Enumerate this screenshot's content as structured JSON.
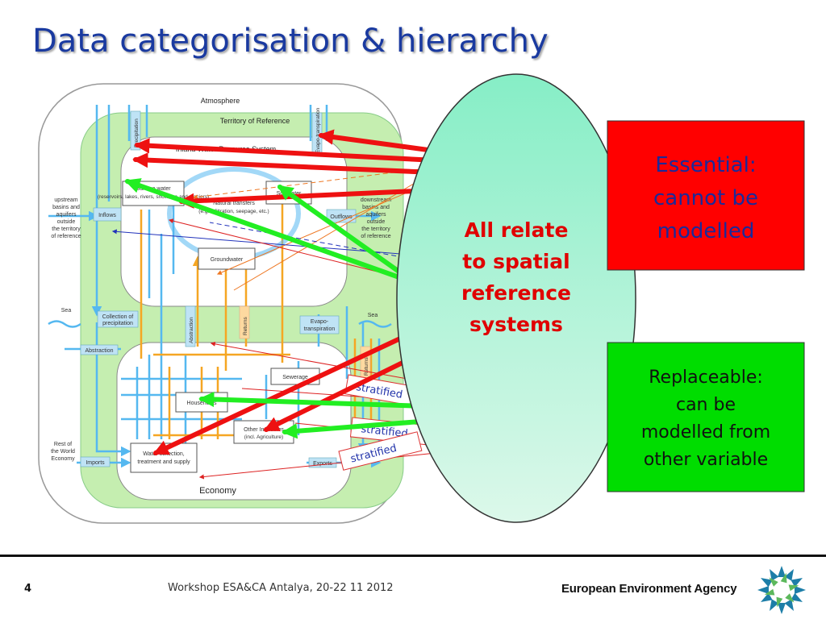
{
  "slide": {
    "title": "Data categorisation & hierarchy",
    "page_number": "4",
    "footer_text": "Workshop ESA&CA Antalya, 20-22 11 2012",
    "agency_name": "European Environment Agency",
    "logo_icon": "eea-logo-icon"
  },
  "diagram": {
    "labels": {
      "atmosphere": "Atmosphere",
      "territory": "Territory of Reference",
      "inland": "Inland Water Resource System",
      "surface_water": "Surface water",
      "surface_water_detail": "(reservoirs, lakes, rivers, snow, ice and glaciers)",
      "soil_water": "Soil water",
      "natural_transfers": "Natural transfers",
      "natural_transfers_detail": "(e.g. infiltration, seepage, etc.)",
      "groundwater": "Groundwater",
      "precipitation": "Precipitation",
      "evapotranspiration_top": "Evapo-transpiration",
      "upstream_1": "upstream",
      "upstream_2": "basins and",
      "upstream_3": "aquifers",
      "upstream_4": "outside",
      "upstream_5": "the territory",
      "upstream_6": "of reference",
      "downstream_1": "downstream",
      "downstream_2": "basins and",
      "downstream_3": "aquifers",
      "downstream_4": "outside",
      "downstream_5": "the territory",
      "downstream_6": "of reference",
      "inflows": "Inflows",
      "outflows": "Outflows",
      "sea_left": "Sea",
      "sea_right": "Sea",
      "collection_1": "Collection of",
      "collection_2": "precipitation",
      "abstraction_v": "Abstraction",
      "returns_v": "Returns",
      "evapo_bottom_1": "Evapo-",
      "evapo_bottom_2": "transpiration",
      "abstraction_h": "Abstraction",
      "sewerage": "Sewerage",
      "households": "Households",
      "other_industries": "Other Industries",
      "other_industries_detail": "(incl. Agriculture)",
      "water_collection_1": "Water collection,",
      "water_collection_2": "treatment and supply",
      "economy": "Economy",
      "rest_1": "Rest of",
      "rest_2": "the World",
      "rest_3": "Economy",
      "imports": "Imports",
      "exports": "Exports",
      "returns_right_v": "Returns"
    },
    "stratified_labels": [
      "stratified",
      "stratified",
      "stratified"
    ],
    "oval_text": [
      "All relate",
      "to spatial",
      "reference",
      "systems"
    ],
    "essential_box": {
      "lines": [
        "Essential:",
        "cannot be",
        "modelled"
      ],
      "fill": "#ff0000",
      "text_color": "#1a2a9a"
    },
    "replaceable_box": {
      "lines": [
        "Replaceable:",
        "can be",
        "modelled from",
        "other variable"
      ],
      "fill": "#00dd00",
      "text_color": "#111111"
    },
    "colors": {
      "red_arrow": "#ee1111",
      "green_arrow": "#22ee22",
      "blue_flow": "#55b8f0",
      "orange_flow": "#f5a623",
      "inner_band": "#c5eeb0"
    }
  }
}
